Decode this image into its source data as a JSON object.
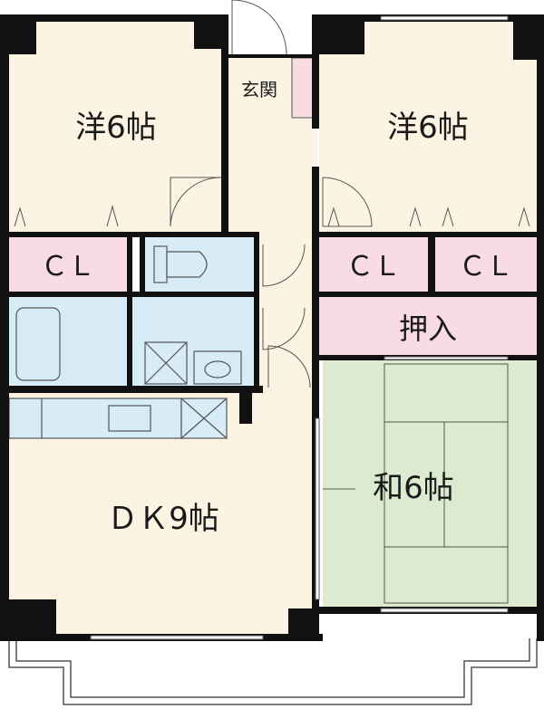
{
  "colors": {
    "wall": "#111111",
    "western_room": "#fdf3e2",
    "dk": "#fdf3e2",
    "closet": "#f9dbe3",
    "wet_area": "#d7ecf7",
    "tatami": "#dcebd0",
    "entrance": "#fdf3e2",
    "balcony": "#ffffff"
  },
  "rooms": {
    "western_room_left": {
      "label": "洋6帖"
    },
    "western_room_right": {
      "label": "洋6帖"
    },
    "entrance": {
      "label": "玄関"
    },
    "closet_left": {
      "label": "ＣＬ"
    },
    "closet_right_1": {
      "label": "ＣＬ"
    },
    "closet_right_2": {
      "label": "ＣＬ"
    },
    "oshiire": {
      "label": "押入"
    },
    "dining_kitchen": {
      "label": "ＤＫ9帖"
    },
    "japanese_room": {
      "label": "和6帖"
    }
  }
}
